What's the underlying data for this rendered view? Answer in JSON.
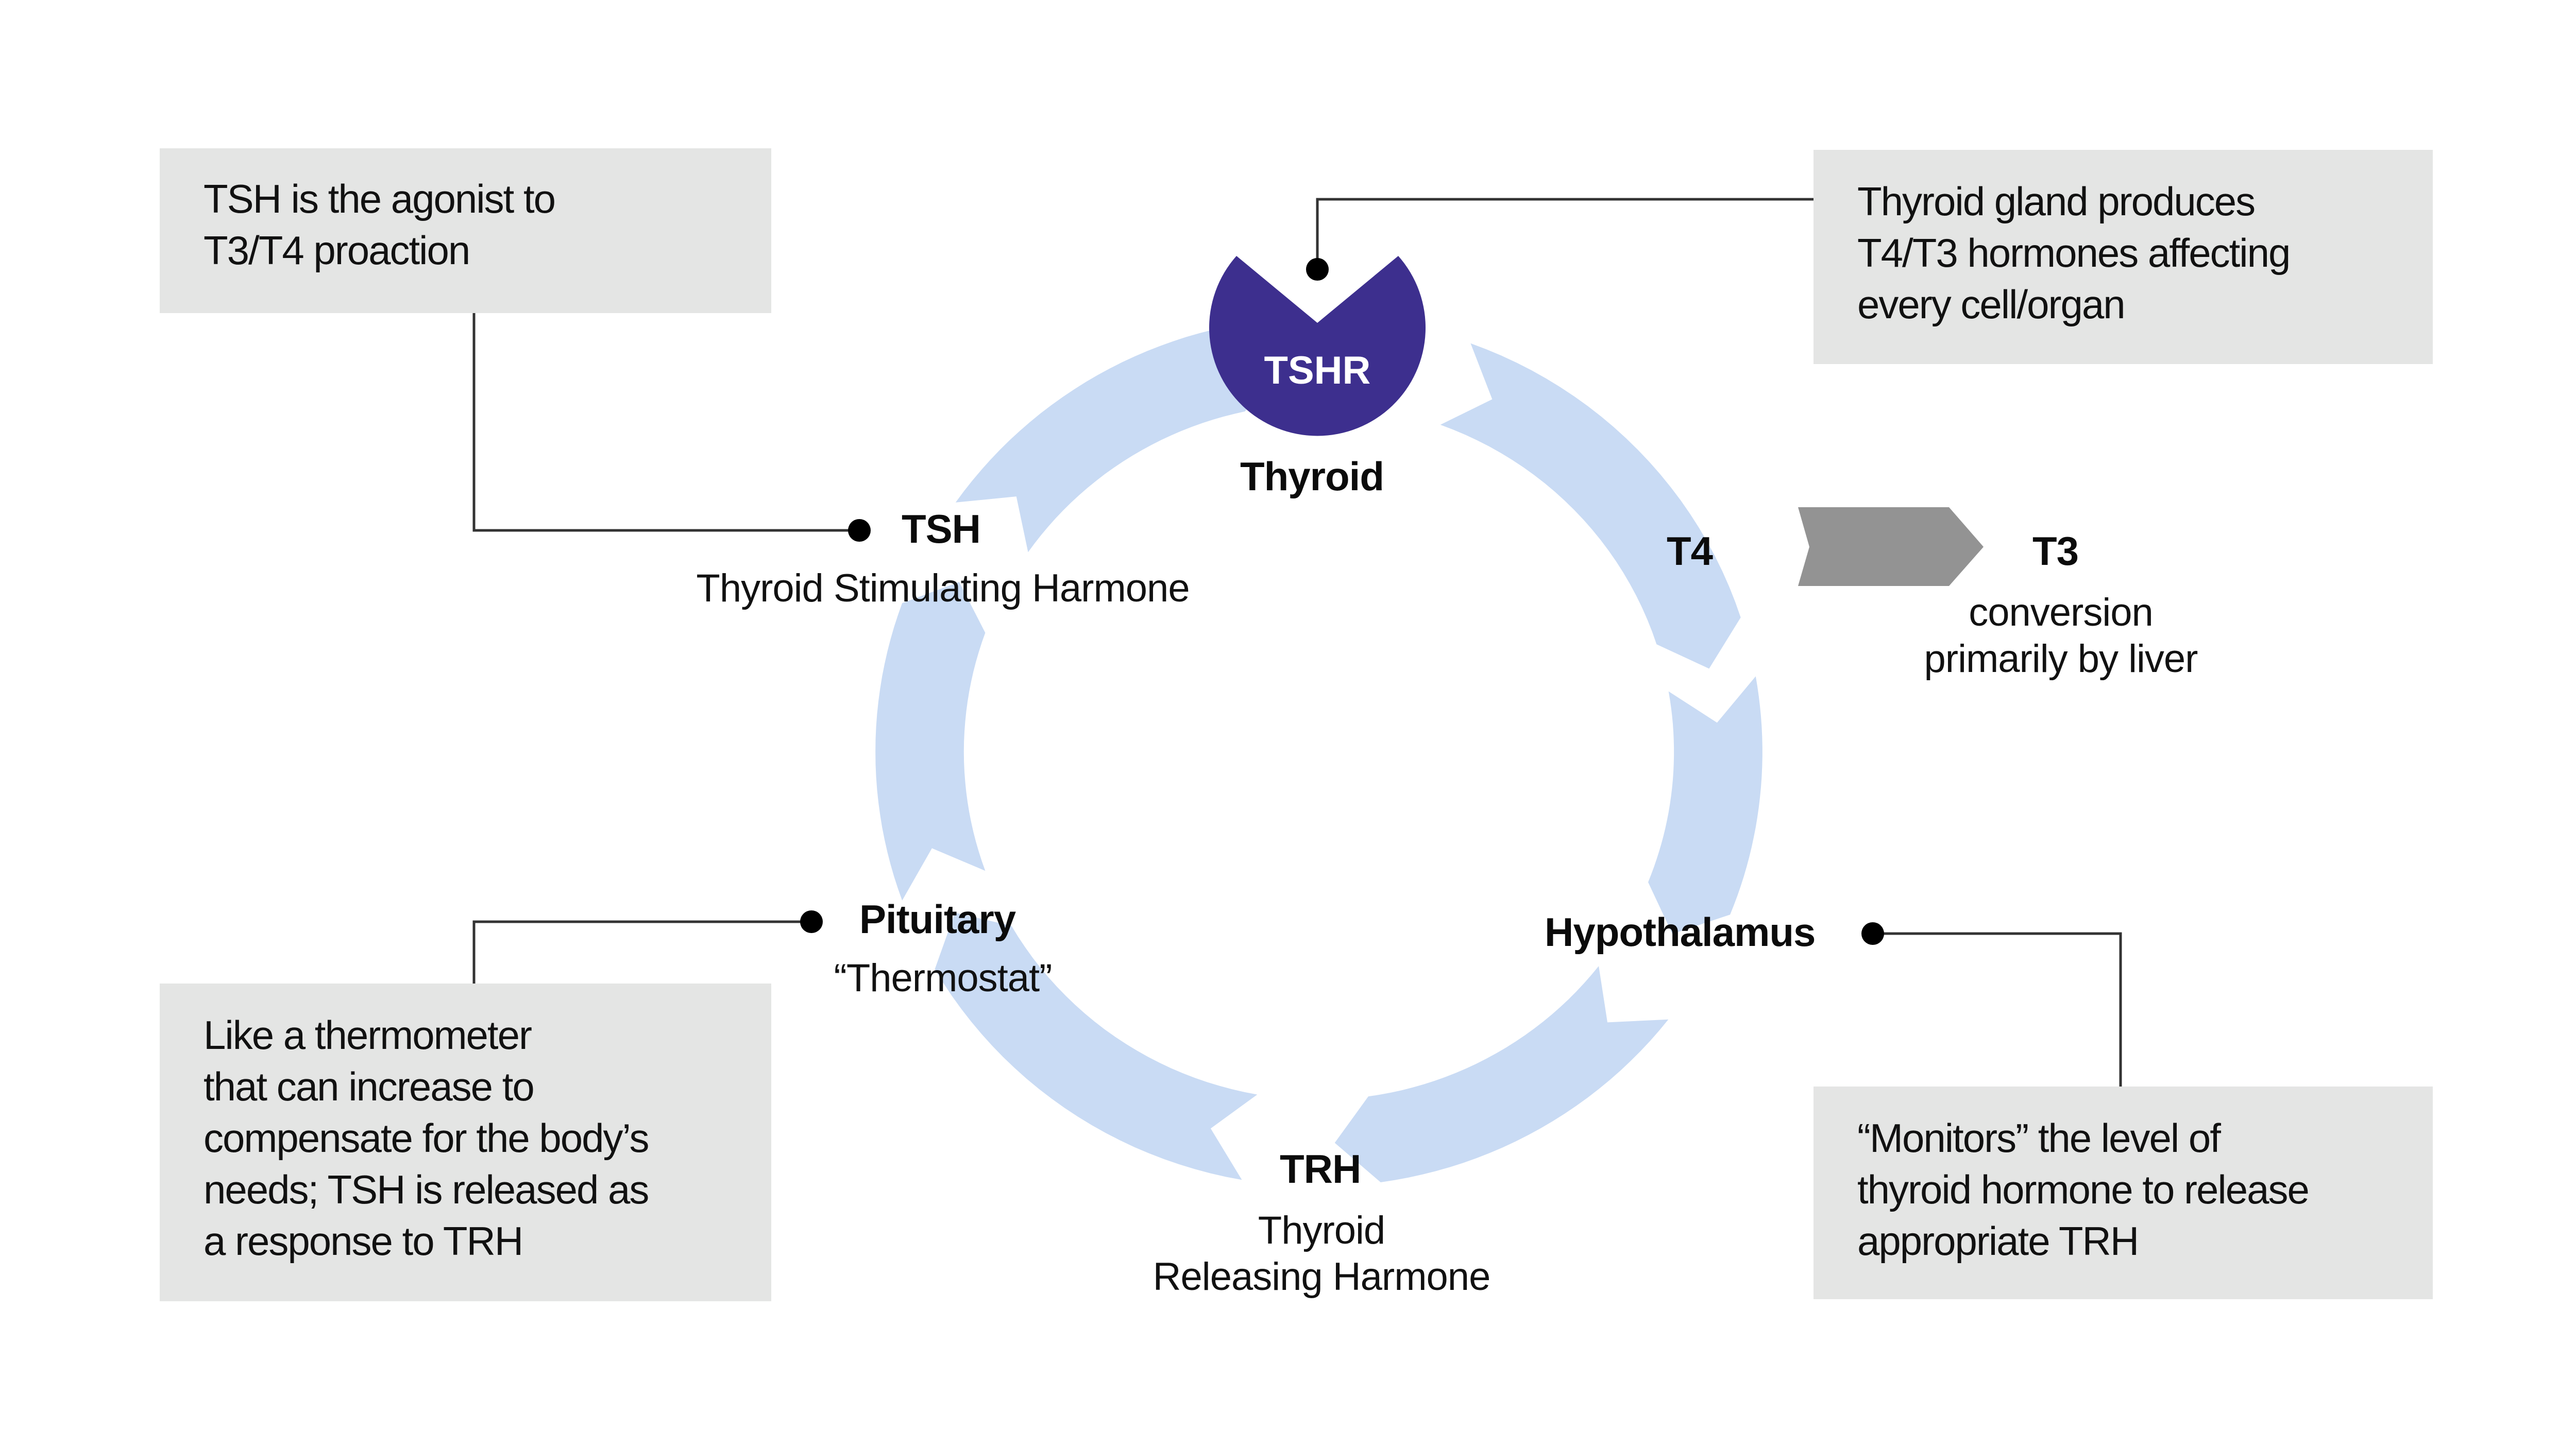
{
  "colors": {
    "receptor": "#3d2f8e",
    "cycle_arrow": "#c9dbf4",
    "conversion_arrow": "#939393",
    "callout_box": "#e4e5e4",
    "connector": "#333333",
    "text": "#111111"
  },
  "receptor": {
    "label": "TSHR",
    "icon": "receptor-notched-circle"
  },
  "nodes": {
    "thyroid": {
      "title": "Thyroid"
    },
    "t4": {
      "title": "T4"
    },
    "t3": {
      "title": "T3",
      "subtitle_lines": [
        "conversion",
        "primarily by liver"
      ]
    },
    "hypothalamus": {
      "title": "Hypothalamus"
    },
    "trh": {
      "title": "TRH",
      "subtitle_lines": [
        "Thyroid",
        "Releasing Harmone"
      ]
    },
    "pituitary": {
      "title": "Pituitary",
      "subtitle": "“Thermostat”"
    },
    "tsh": {
      "title": "TSH",
      "subtitle": "Thyroid Stimulating Harmone"
    }
  },
  "callouts": {
    "tsh": {
      "lines": [
        "TSH is the agonist to",
        "T3/T4 proaction"
      ]
    },
    "thyroid": {
      "lines": [
        "Thyroid gland produces",
        "T4/T3 hormones affecting",
        "every cell/organ"
      ]
    },
    "pituitary": {
      "lines": [
        "Like a thermometer",
        "that can increase to",
        "compensate for the body’s",
        "needs; TSH is released as",
        "a response to TRH"
      ]
    },
    "hypothalamus": {
      "lines": [
        "“Monitors” the level of",
        "thyroid hormone to release",
        "appropriate TRH"
      ]
    }
  },
  "cycle": {
    "direction": "clockwise",
    "sequence": [
      "Thyroid",
      "T4",
      "Hypothalamus",
      "TRH",
      "Pituitary",
      "TSH"
    ]
  }
}
